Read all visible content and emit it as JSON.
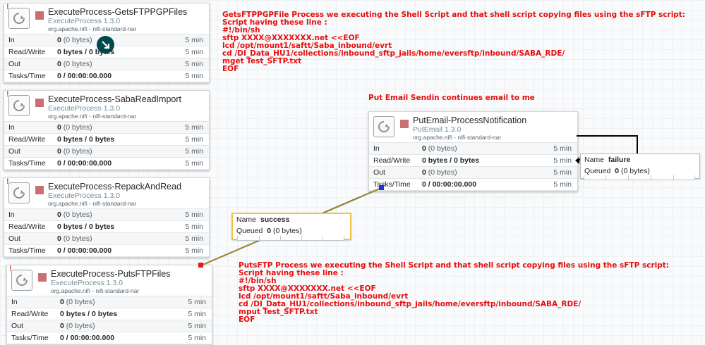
{
  "processors": [
    {
      "name": "ExecuteProcess-GetsFTPPGPFiles",
      "type": "ExecuteProcess 1.3.0",
      "bundle": "org.apache.nifi - nifi-standard-nar",
      "stats": {
        "in_label": "In",
        "in_value": "0",
        "in_size": "(0 bytes)",
        "in_time": "5 min",
        "rw_label": "Read/Write",
        "rw_value": "0 bytes / 0 bytes",
        "rw_time": "5 min",
        "out_label": "Out",
        "out_value": "0",
        "out_size": "(0 bytes)",
        "out_time": "5 min",
        "tasks_label": "Tasks/Time",
        "tasks_value": "0 / 00:00:00.000",
        "tasks_time": "5 min"
      }
    },
    {
      "name": "ExecuteProcess-SabaReadImport",
      "type": "ExecuteProcess 1.3.0",
      "bundle": "org.apache.nifi - nifi-standard-nar",
      "stats": {
        "in_label": "In",
        "in_value": "0",
        "in_size": "(0 bytes)",
        "in_time": "5 min",
        "rw_label": "Read/Write",
        "rw_value": "0 bytes / 0 bytes",
        "rw_time": "5 min",
        "out_label": "Out",
        "out_value": "0",
        "out_size": "(0 bytes)",
        "out_time": "5 min",
        "tasks_label": "Tasks/Time",
        "tasks_value": "0 / 00:00:00.000",
        "tasks_time": "5 min"
      }
    },
    {
      "name": "ExecuteProcess-RepackAndRead",
      "type": "ExecuteProcess 1.3.0",
      "bundle": "org.apache.nifi - nifi-standard-nar",
      "stats": {
        "in_label": "In",
        "in_value": "0",
        "in_size": "(0 bytes)",
        "in_time": "5 min",
        "rw_label": "Read/Write",
        "rw_value": "0 bytes / 0 bytes",
        "rw_time": "5 min",
        "out_label": "Out",
        "out_value": "0",
        "out_size": "(0 bytes)",
        "out_time": "5 min",
        "tasks_label": "Tasks/Time",
        "tasks_value": "0 / 00:00:00.000",
        "tasks_time": "5 min"
      }
    },
    {
      "name": "ExecuteProcess-PutsFTPFiles",
      "type": "ExecuteProcess 1.3.0",
      "bundle": "org.apache.nifi - nifi-standard-nar",
      "stats": {
        "in_label": "In",
        "in_value": "0",
        "in_size": "(0 bytes)",
        "in_time": "5 min",
        "rw_label": "Read/Write",
        "rw_value": "0 bytes / 0 bytes",
        "rw_time": "5 min",
        "out_label": "Out",
        "out_value": "0",
        "out_size": "(0 bytes)",
        "out_time": "5 min",
        "tasks_label": "Tasks/Time",
        "tasks_value": "0 / 00:00:00.000",
        "tasks_time": "5 min"
      }
    },
    {
      "name": "PutEmail-ProcessNotification",
      "type": "PutEmail 1.3.0",
      "bundle": "org.apache.nifi - nifi-standard-nar",
      "stats": {
        "in_label": "In",
        "in_value": "0",
        "in_size": "(0 bytes)",
        "in_time": "5 min",
        "rw_label": "Read/Write",
        "rw_value": "0 bytes / 0 bytes",
        "rw_time": "5 min",
        "out_label": "Out",
        "out_value": "0",
        "out_size": "(0 bytes)",
        "out_time": "5 min",
        "tasks_label": "Tasks/Time",
        "tasks_value": "0 / 00:00:00.000",
        "tasks_time": "5 min"
      }
    }
  ],
  "connections": {
    "success": {
      "name_label": "Name",
      "name_value": "success",
      "queued_label": "Queued",
      "queued_value": "0",
      "queued_size": "(0 bytes)",
      "color": "#b8860b"
    },
    "failure": {
      "name_label": "Name",
      "name_value": "failure",
      "queued_label": "Queued",
      "queued_value": "0",
      "queued_size": "(0 bytes)"
    }
  },
  "notes": {
    "get_note": "GetsFTPPGPFile Process we executing the Shell Script and that shell script copying files using the sFTP script:\nScript having these line :\n#!/bin/sh\nsftp XXXX@XXXXXXX.net <<EOF\nlcd /opt/mount1/saftt/Saba_inbound/evrt\ncd /DI_Data_HU1/collections/inbound_sftp_jails/home/eversftp/inbound/SABA_RDE/\nmget Test_SFTP.txt\nEOF",
    "email_note": "Put Email Sendin continues email to me",
    "put_note": "PutsFTP Process we executing the Shell Script and that shell script copying files using the sFTP script:\nScript having these line :\n#!/bin/sh\nsftp XXXX@XXXXXXX.net <<EOF\nlcd /opt/mount1/saftt/Saba_inbound/evrt\ncd /DI_Data_HU1/collections/inbound_sftp_jails/home/eversftp/inbound/SABA_RDE/\nmput Test_SFTP.txt\nEOF"
  },
  "colors": {
    "note_text": "#e60e0e",
    "stopped_icon": "#c96f72",
    "cursor_badge": "#004849"
  },
  "icons": {
    "processor": "processor-icon",
    "stopped": "stopped-square-icon",
    "invalid": "invalid-bang-icon",
    "cursor": "drag-cursor-icon"
  }
}
